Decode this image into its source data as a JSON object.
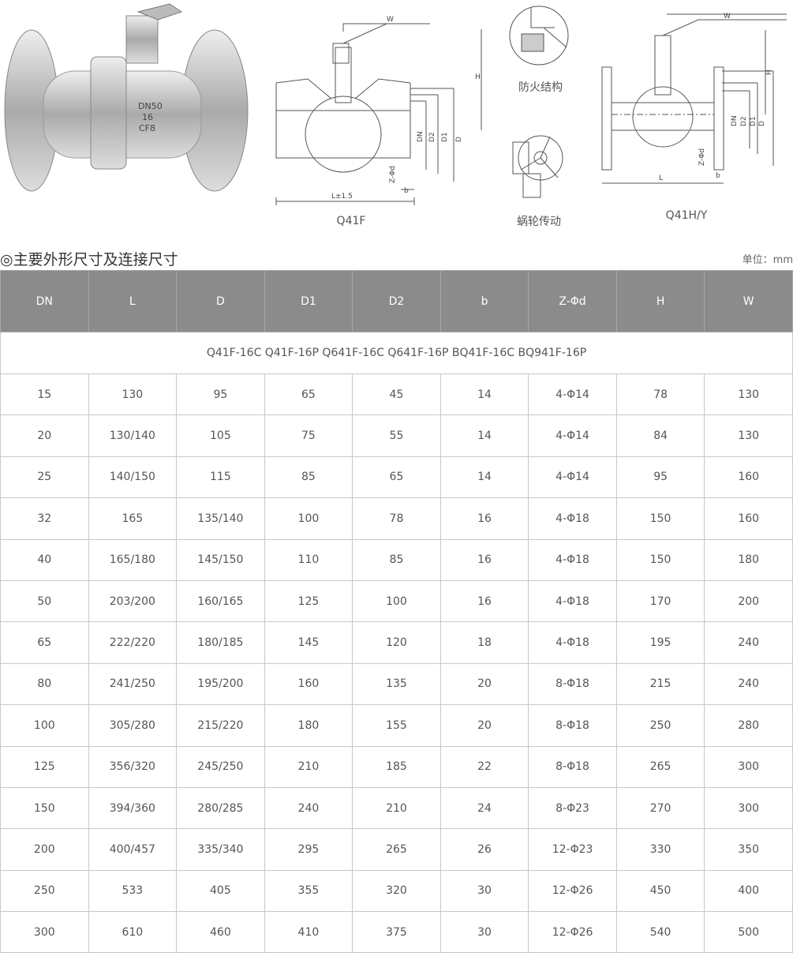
{
  "figures": {
    "q41f": {
      "caption": "Q41F",
      "labels": {
        "w": "W",
        "h": "H",
        "dn": "DN",
        "d2": "D2",
        "d1": "D1",
        "d": "D",
        "zd": "Z-Φd",
        "b": "b",
        "l": "L±1.5"
      }
    },
    "fire": {
      "caption": "防火结构"
    },
    "worm": {
      "caption": "蜗轮传动"
    },
    "q41hy": {
      "caption": "Q41H/Y",
      "labels": {
        "w": "W",
        "h": "H",
        "dn": "DN",
        "d2": "D2",
        "d1": "D1",
        "d": "D",
        "zd": "Z-Φd",
        "b": "b",
        "l": "L"
      }
    },
    "photo": {
      "markings": [
        "DN50",
        "16",
        "CF8"
      ]
    }
  },
  "section": {
    "title": "◎主要外形尺寸及连接尺寸",
    "unit": "单位：mm"
  },
  "table": {
    "headers": [
      "DN",
      "L",
      "D",
      "D1",
      "D2",
      "b",
      "Z-Φd",
      "H",
      "W"
    ],
    "model_row": "Q41F-16C Q41F-16P Q641F-16C Q641F-16P BQ41F-16C BQ941F-16P",
    "rows": [
      [
        "15",
        "130",
        "95",
        "65",
        "45",
        "14",
        "4-Φ14",
        "78",
        "130"
      ],
      [
        "20",
        "130/140",
        "105",
        "75",
        "55",
        "14",
        "4-Φ14",
        "84",
        "130"
      ],
      [
        "25",
        "140/150",
        "115",
        "85",
        "65",
        "14",
        "4-Φ14",
        "95",
        "160"
      ],
      [
        "32",
        "165",
        "135/140",
        "100",
        "78",
        "16",
        "4-Φ18",
        "150",
        "160"
      ],
      [
        "40",
        "165/180",
        "145/150",
        "110",
        "85",
        "16",
        "4-Φ18",
        "150",
        "180"
      ],
      [
        "50",
        "203/200",
        "160/165",
        "125",
        "100",
        "16",
        "4-Φ18",
        "170",
        "200"
      ],
      [
        "65",
        "222/220",
        "180/185",
        "145",
        "120",
        "18",
        "4-Φ18",
        "195",
        "240"
      ],
      [
        "80",
        "241/250",
        "195/200",
        "160",
        "135",
        "20",
        "8-Φ18",
        "215",
        "240"
      ],
      [
        "100",
        "305/280",
        "215/220",
        "180",
        "155",
        "20",
        "8-Φ18",
        "250",
        "280"
      ],
      [
        "125",
        "356/320",
        "245/250",
        "210",
        "185",
        "22",
        "8-Φ18",
        "265",
        "300"
      ],
      [
        "150",
        "394/360",
        "280/285",
        "240",
        "210",
        "24",
        "8-Φ23",
        "270",
        "300"
      ],
      [
        "200",
        "400/457",
        "335/340",
        "295",
        "265",
        "26",
        "12-Φ23",
        "330",
        "350"
      ],
      [
        "250",
        "533",
        "405",
        "355",
        "320",
        "30",
        "12-Φ26",
        "450",
        "400"
      ],
      [
        "300",
        "610",
        "460",
        "410",
        "375",
        "30",
        "12-Φ26",
        "540",
        "500"
      ]
    ]
  }
}
